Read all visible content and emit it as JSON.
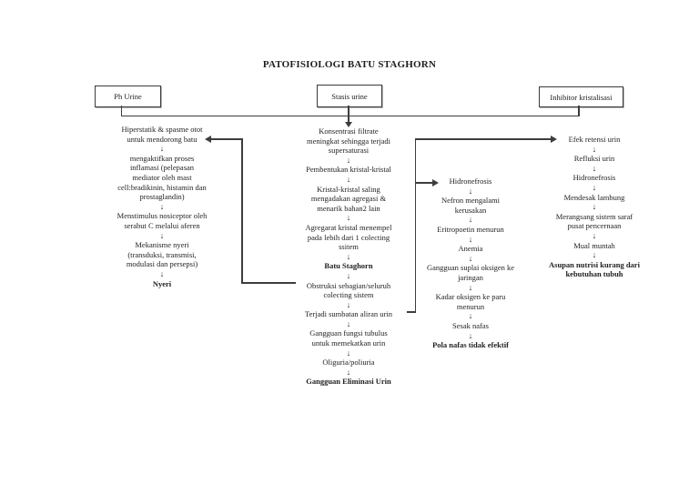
{
  "title": "PATOFISIOLOGI BATU STAGHORN",
  "colors": {
    "line": "#3d3d3d",
    "text": "#1f1f1f",
    "background": "#ffffff"
  },
  "icons": {
    "arrow_down": "↓"
  },
  "top_boxes": {
    "ph_urine": "Ph Urine",
    "stasis_urine": "Stasis urine",
    "inhibitor": "Inhibitor kristalisasi"
  },
  "flow": {
    "left": {
      "steps": [
        {
          "text": "Hiperstatik & spasme otot\nuntuk mendorong batu",
          "bold": false
        },
        {
          "text": "mengaktifkan proses\ninflamasi (pelepasan\nmediator oleh mast\ncell:bradikinin, histamin dan\nprostaglandin)",
          "bold": false
        },
        {
          "text": "Menstimulus nosiceptor oleh\nserabut C melalui aferen",
          "bold": false
        },
        {
          "text": "Mekanisme nyeri\n(transduksi, transmisi,\nmodulasi dan persepsi)",
          "bold": false
        },
        {
          "text": "Nyeri",
          "bold": true
        }
      ]
    },
    "center": {
      "steps": [
        {
          "text": "Konsentrasi filtrate\nmeningkat sehingga terjadi\nsupersaturasi",
          "bold": false
        },
        {
          "text": "Pembentukan kristal-kristal",
          "bold": false
        },
        {
          "text": "Kristal-kristal saling\nmengadakan agregasi &\nmenarik bahan2 lain",
          "bold": false
        },
        {
          "text": "Agregarat kristal menempel\npada lebih dari 1 colecting\nssitem",
          "bold": false
        },
        {
          "text": "Batu Staghorn",
          "bold": true
        },
        {
          "text": "Obstruksi sebagian/seluruh\ncolecting sistem",
          "bold": false
        },
        {
          "text": "Terjadi sumbatan aliran urin",
          "bold": false
        },
        {
          "text": "Gangguan fungsi tubulus\nuntuk memekatkan urin",
          "bold": false
        },
        {
          "text": "Oliguria/poliuria",
          "bold": false
        },
        {
          "text": "Gangguan Eliminasi Urin",
          "bold": true
        }
      ]
    },
    "mid_right": {
      "steps": [
        {
          "text": "Hidronefrosis",
          "bold": false
        },
        {
          "text": "Nefron mengalami\nkerusakan",
          "bold": false
        },
        {
          "text": "Eritropoetin menurun",
          "bold": false
        },
        {
          "text": "Anemia",
          "bold": false
        },
        {
          "text": "Gangguan suplai oksigen ke\njaringan",
          "bold": false
        },
        {
          "text": "Kadar oksigen ke paru\nmenurun",
          "bold": false
        },
        {
          "text": "Sesak nafas",
          "bold": false
        },
        {
          "text": "Pola nafas tidak efektif",
          "bold": true
        }
      ]
    },
    "right": {
      "steps": [
        {
          "text": "Efek retensi urin",
          "bold": false
        },
        {
          "text": "Refluksi urin",
          "bold": false
        },
        {
          "text": "Hidronefrosis",
          "bold": false
        },
        {
          "text": "Mendesak lambung",
          "bold": false
        },
        {
          "text": "Merangsang sistem saraf\npusat pencernaan",
          "bold": false
        },
        {
          "text": "Mual muntah",
          "bold": false
        },
        {
          "text": "Asupan nutrisi kurang dari\nkebutuhan tubuh",
          "bold": true
        }
      ]
    }
  }
}
